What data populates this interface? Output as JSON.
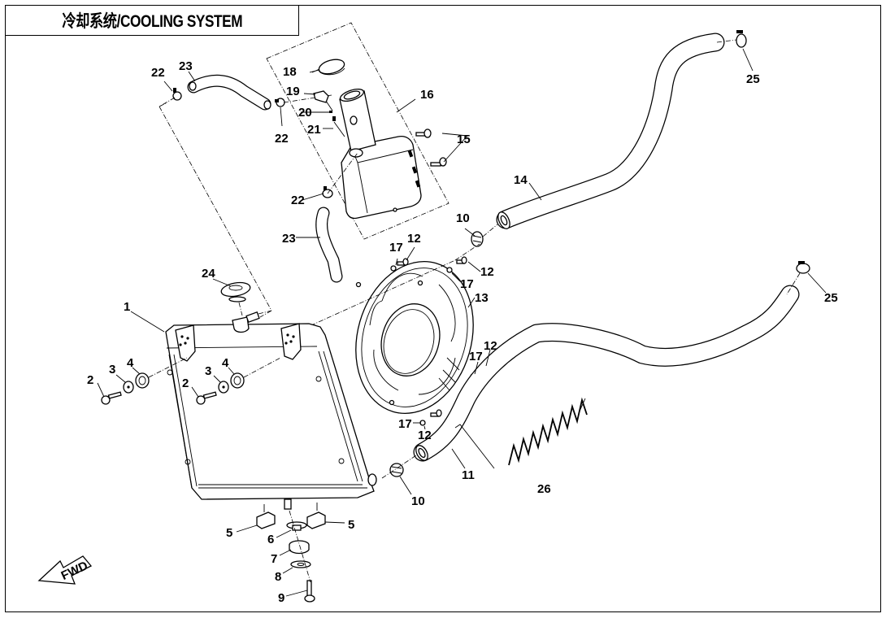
{
  "title": "冷却系统/COOLING SYSTEM",
  "direction_marker": {
    "label": "FWD",
    "icon": "forward-arrow-icon"
  },
  "callouts": {
    "c1": "1",
    "c2a": "2",
    "c2b": "2",
    "c3a": "3",
    "c3b": "3",
    "c4a": "4",
    "c4b": "4",
    "c5a": "5",
    "c5b": "5",
    "c6": "6",
    "c7": "7",
    "c8": "8",
    "c9": "9",
    "c10a": "10",
    "c10b": "10",
    "c11": "11",
    "c12a": "12",
    "c12b": "12",
    "c12c": "12",
    "c12d": "12",
    "c13": "13",
    "c14": "14",
    "c15": "15",
    "c16": "16",
    "c17a": "17",
    "c17b": "17",
    "c17c": "17",
    "c17d": "17",
    "c18": "18",
    "c19": "19",
    "c20": "20",
    "c21": "21",
    "c22a": "22",
    "c22b": "22",
    "c22c": "22",
    "c23a": "23",
    "c23b": "23",
    "c24": "24",
    "c25a": "25",
    "c25b": "25",
    "c26": "26"
  },
  "parts": [
    {
      "ref": "1",
      "name": "radiator"
    },
    {
      "ref": "2",
      "name": "bolt"
    },
    {
      "ref": "3",
      "name": "washer"
    },
    {
      "ref": "4",
      "name": "rubber grommet"
    },
    {
      "ref": "5",
      "name": "rubber mount"
    },
    {
      "ref": "6",
      "name": "bushing"
    },
    {
      "ref": "7",
      "name": "rubber cushion"
    },
    {
      "ref": "8",
      "name": "washer"
    },
    {
      "ref": "9",
      "name": "bolt"
    },
    {
      "ref": "10",
      "name": "hose clamp"
    },
    {
      "ref": "11",
      "name": "lower water hose"
    },
    {
      "ref": "12",
      "name": "bolt"
    },
    {
      "ref": "13",
      "name": "cooling fan"
    },
    {
      "ref": "14",
      "name": "upper water hose"
    },
    {
      "ref": "15",
      "name": "bolt"
    },
    {
      "ref": "16",
      "name": "expansion tank assembly"
    },
    {
      "ref": "17",
      "name": "nut"
    },
    {
      "ref": "18",
      "name": "tank cap"
    },
    {
      "ref": "19",
      "name": "elbow fitting"
    },
    {
      "ref": "20",
      "name": "clip"
    },
    {
      "ref": "21",
      "name": "tube"
    },
    {
      "ref": "22",
      "name": "hose clip"
    },
    {
      "ref": "23",
      "name": "overflow hose"
    },
    {
      "ref": "24",
      "name": "radiator cap"
    },
    {
      "ref": "25",
      "name": "hose clamp"
    },
    {
      "ref": "26",
      "name": "spring"
    }
  ]
}
